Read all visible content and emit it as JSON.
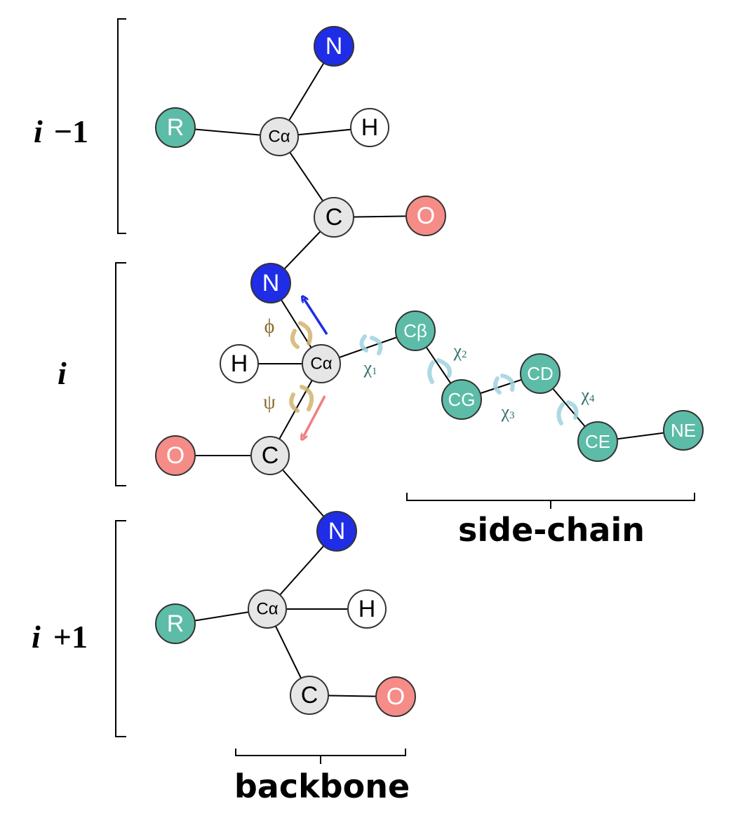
{
  "colors": {
    "carbon": "#e6e6e6",
    "nitrogen": "#1f2de6",
    "oxygen": "#f58c87",
    "hydrogen": "#ffffff",
    "sidechain": "#5cbca7",
    "bond": "#000000",
    "phi_psi_arrow": "#d2b46e",
    "chi_arrow": "#9fd3df",
    "phi_psi_text": "#8a6a2b",
    "chi_text": "#2e6f6a",
    "phi_bond_arrow": "#1f2de6",
    "psi_bond_arrow": "#f07f7f"
  },
  "residue_labels": {
    "prev": {
      "italic": "i",
      "rest": "−1"
    },
    "curr": {
      "italic": "i",
      "rest": ""
    },
    "next": {
      "italic": "i",
      "rest": "+1"
    }
  },
  "section_labels": {
    "sidechain": "side-chain",
    "backbone": "backbone"
  },
  "atoms": {
    "prev_N": "N",
    "prev_CA": "Cα",
    "prev_H": "H",
    "prev_R": "R",
    "prev_C": "C",
    "prev_O": "O",
    "curr_N": "N",
    "curr_CA": "Cα",
    "curr_H": "H",
    "curr_C": "C",
    "curr_O": "O",
    "sc_CB": "Cβ",
    "sc_CG": "CG",
    "sc_CD": "CD",
    "sc_CE": "CE",
    "sc_NE": "NE",
    "next_N": "N",
    "next_CA": "Cα",
    "next_H": "H",
    "next_R": "R",
    "next_C": "C",
    "next_O": "O"
  },
  "angles": {
    "phi": "ϕ",
    "psi": "ψ",
    "chi1": {
      "sym": "χ",
      "sub": "1"
    },
    "chi2": {
      "sym": "χ",
      "sub": "2"
    },
    "chi3": {
      "sym": "χ",
      "sub": "3"
    },
    "chi4": {
      "sym": "χ",
      "sub": "4"
    }
  }
}
